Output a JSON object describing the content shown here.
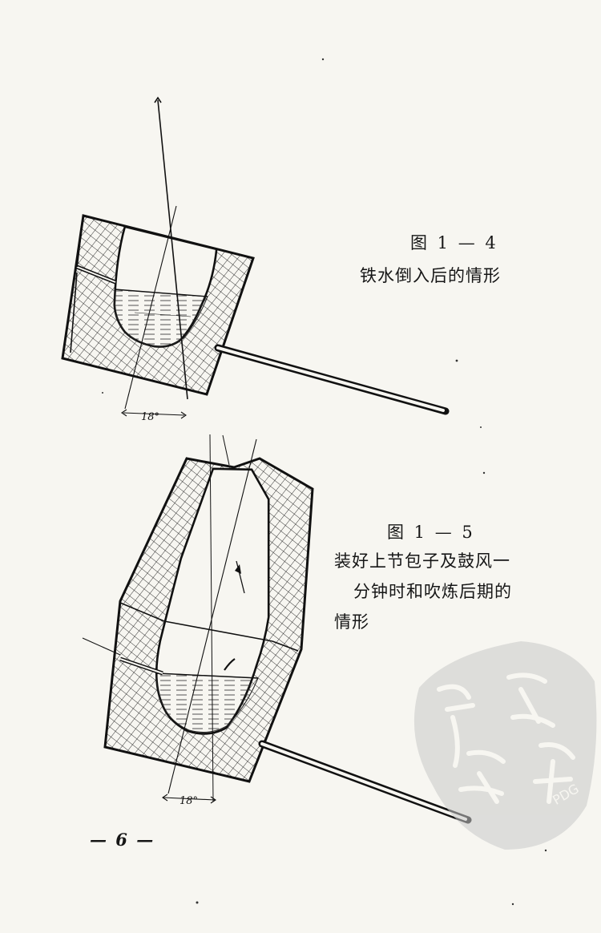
{
  "figures": [
    {
      "id": "fig-1-4",
      "title": "图 1 — 4",
      "description": "铁水倒入后的情形",
      "angle_label": "18°"
    },
    {
      "id": "fig-1-5",
      "title": "图 1 — 5",
      "description_lines": [
        "装好上节包子及鼓风一",
        "分钟时和吹炼后期的",
        "情形"
      ],
      "angle_label": "18°"
    }
  ],
  "page_number": "— 6 —",
  "watermark": {
    "text": "PDG",
    "icon": "seal-stamp-icon",
    "color": "#c9c9c9"
  },
  "colors": {
    "ink": "#161616",
    "paper": "#f7f6f1"
  }
}
